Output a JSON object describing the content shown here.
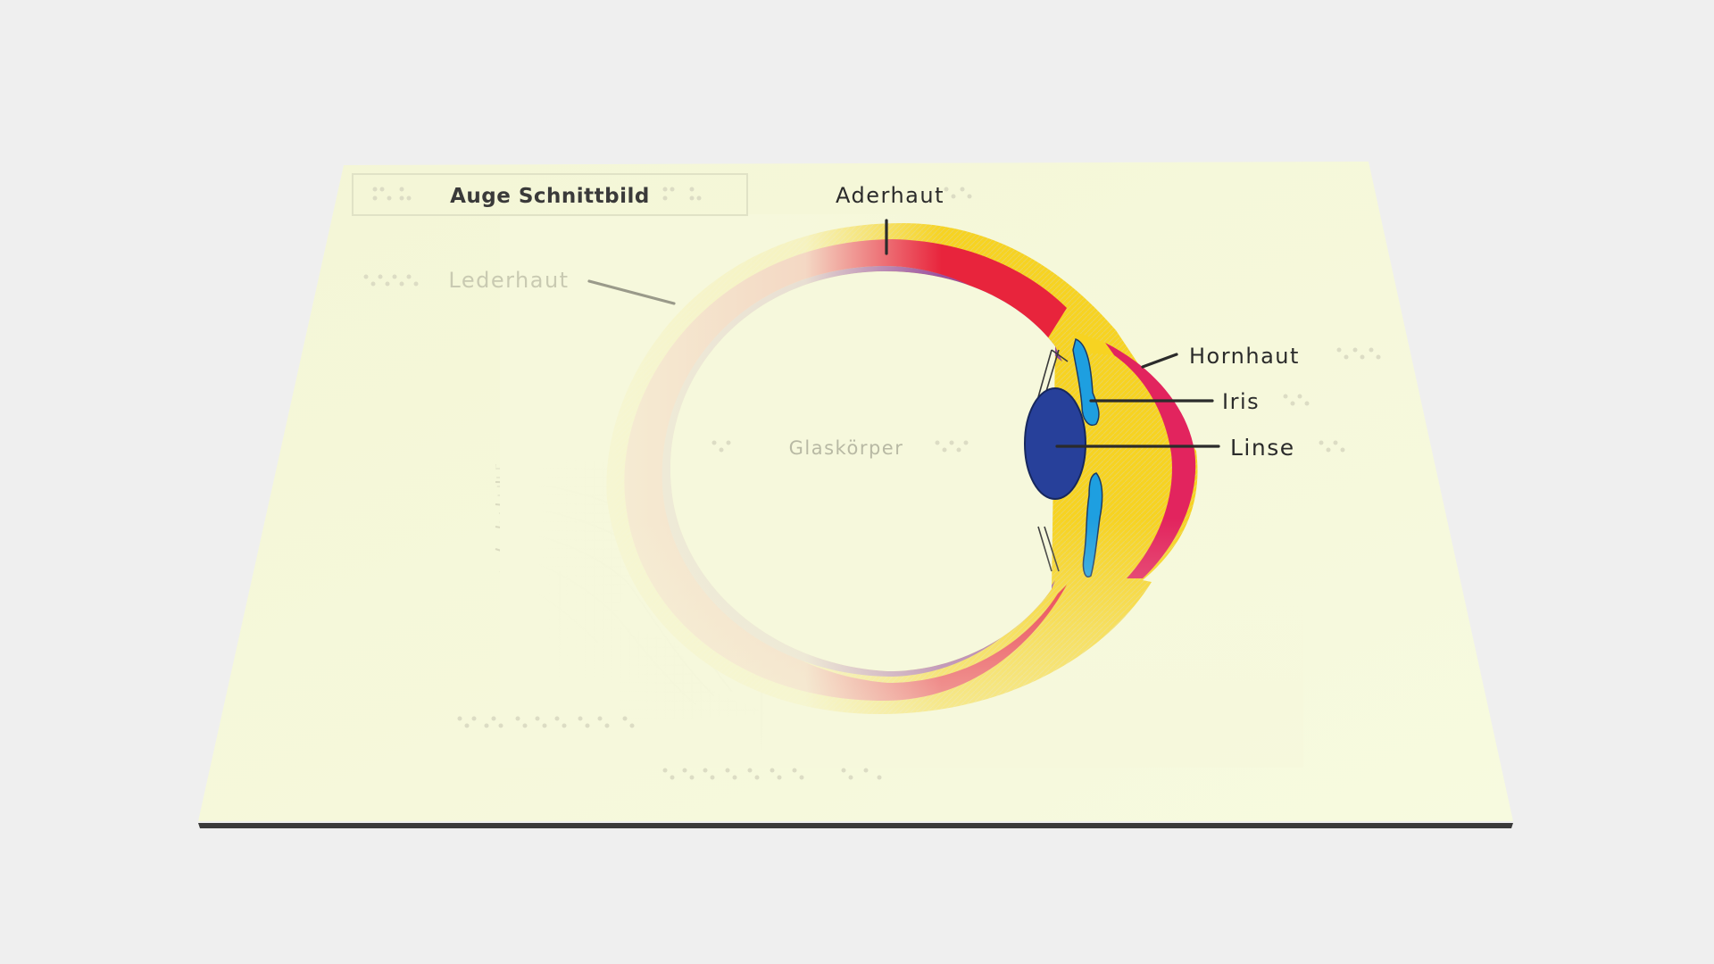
{
  "diagram": {
    "title": "Auge Schnittbild",
    "labels": {
      "aderhaut": "Aderhaut",
      "lederhaut": "Lederhaut",
      "hornhaut": "Hornhaut",
      "iris": "Iris",
      "linse": "Linse",
      "glaskoerper": "Glaskörper"
    }
  },
  "colors": {
    "background": "#efefef",
    "board": "#f6f8dc",
    "lederhaut": "#f7d321",
    "aderhaut": "#e8243c",
    "netzhaut": "#9a4f9e",
    "hornhaut": "#e2245e",
    "iris": "#1e9fe0",
    "linse": "#27409a",
    "braille": "#dcdcc4"
  }
}
